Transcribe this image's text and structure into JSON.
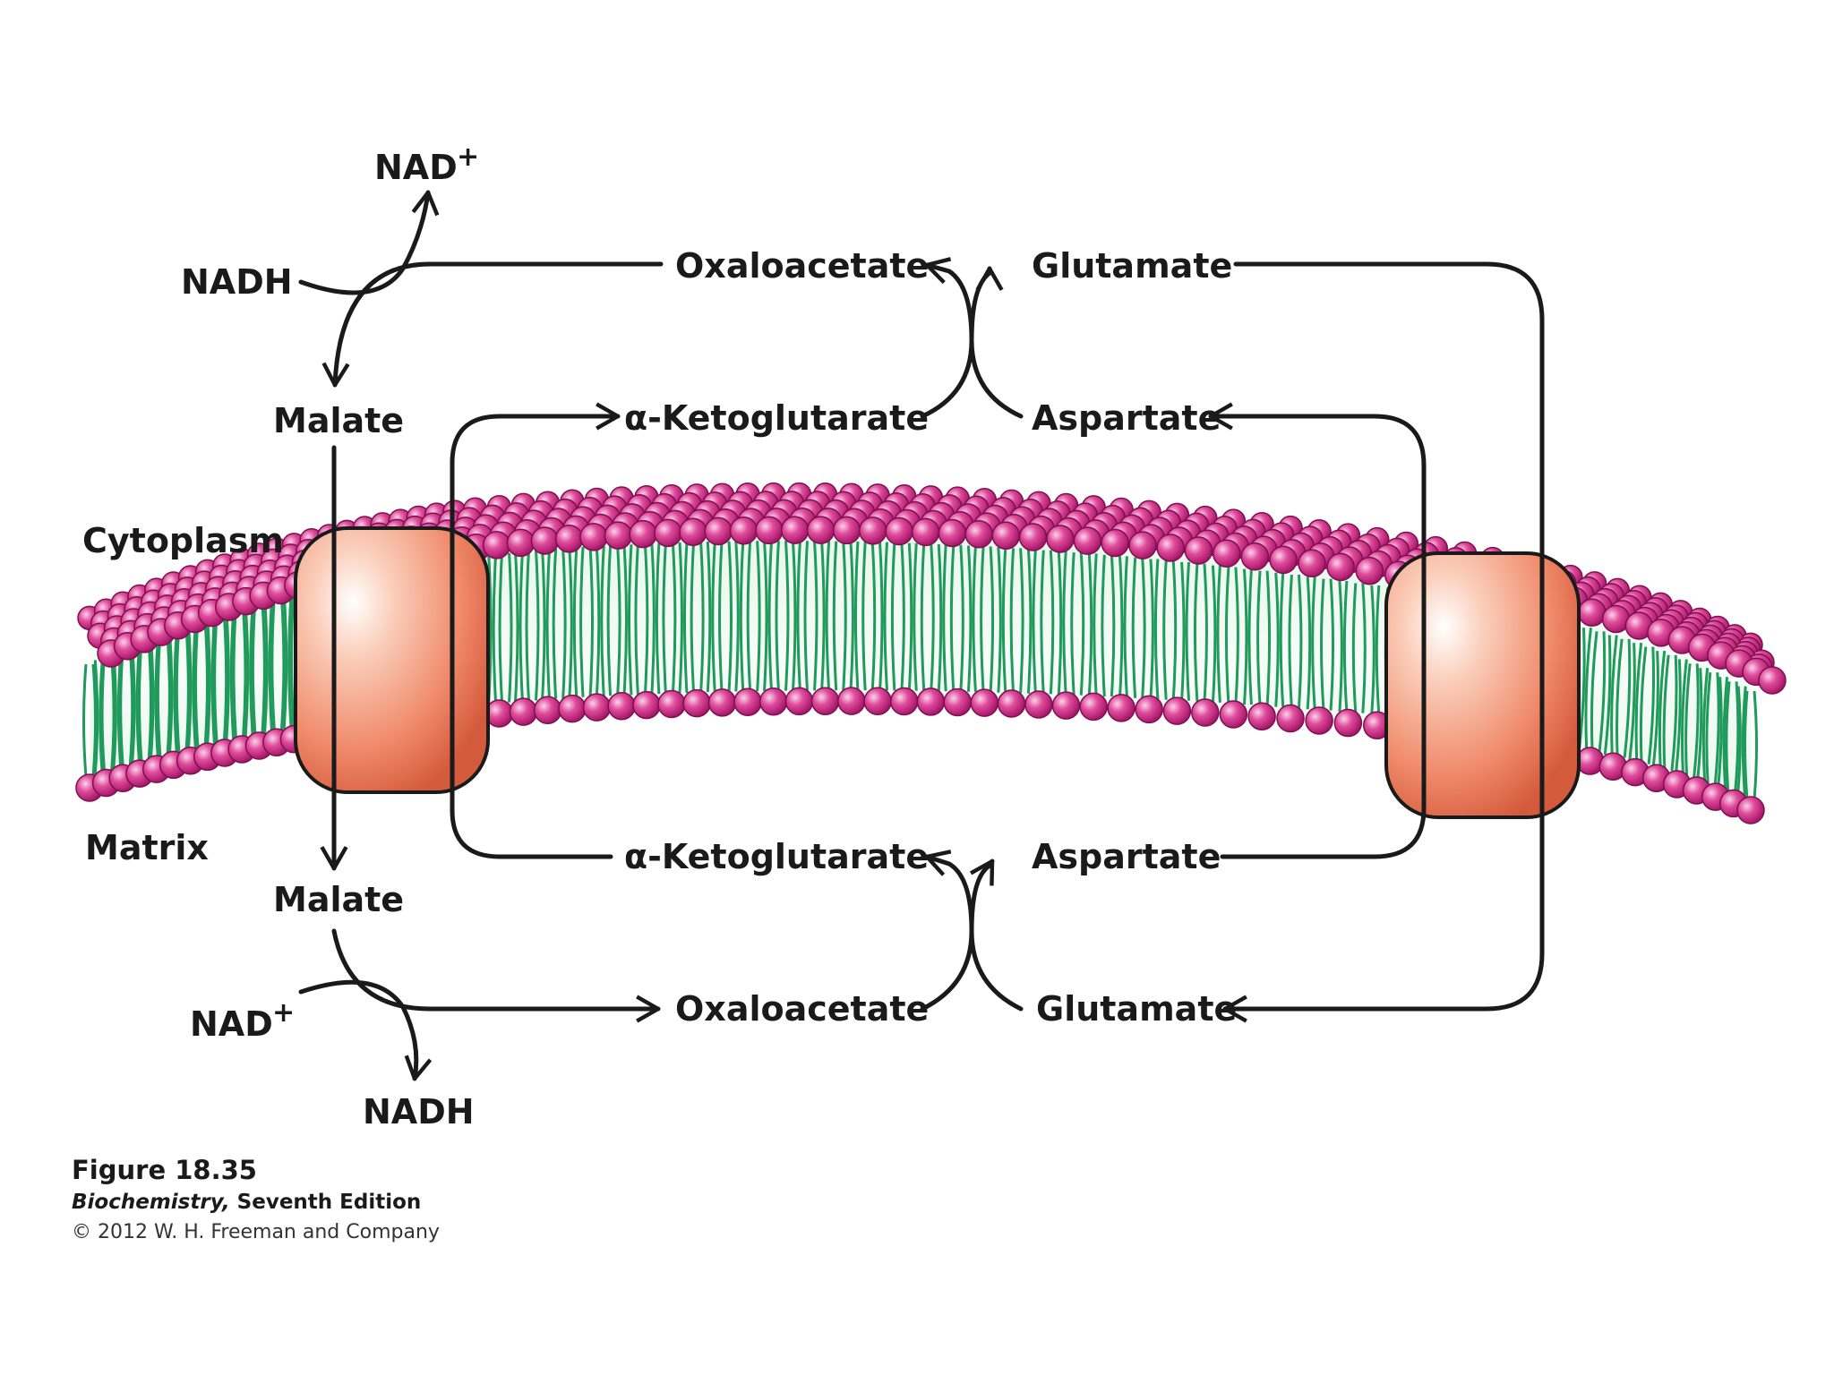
{
  "labels": {
    "nad_plus_top": "NAD",
    "nadh_top": "NADH",
    "malate_cyto": "Malate",
    "oxaloacetate_cyto": "Oxaloacetate",
    "glutamate_cyto": "Glutamate",
    "akg_cyto": "α-Ketoglutarate",
    "aspartate_cyto": "Aspartate",
    "cytoplasm": "Cytoplasm",
    "matrix": "Matrix",
    "malate_matrix": "Malate",
    "akg_matrix": "α-Ketoglutarate",
    "aspartate_matrix": "Aspartate",
    "nad_plus_bottom": "NAD",
    "oxaloacetate_matrix": "Oxaloacetate",
    "glutamate_matrix": "Glutamate",
    "nadh_bottom": "NADH",
    "plus_sign": "+"
  },
  "caption": {
    "figure": "Figure 18.35",
    "book_italic": "Biochemistry,",
    "book_edition": "Seventh Edition",
    "copyright": "© 2012 W. H. Freeman and Company"
  },
  "colors": {
    "lipid_head": "#d6338a",
    "lipid_tail": "#1f9a5a",
    "transporter": "#f08a6a",
    "arrow": "#1a1a1a"
  }
}
